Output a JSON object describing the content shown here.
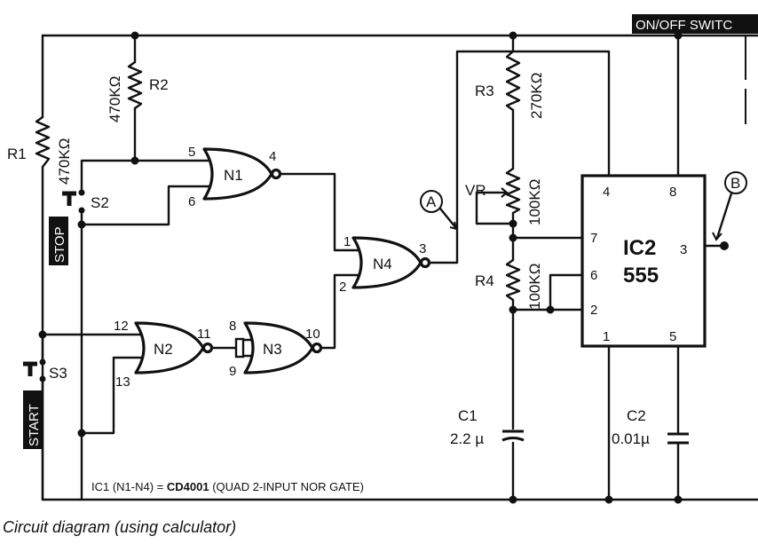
{
  "top_banner": "ON/OFF SWITC",
  "resistors": {
    "r1": {
      "name": "R1",
      "value": "470KΩ"
    },
    "r2": {
      "name": "R2",
      "value": "470KΩ"
    },
    "r3": {
      "name": "R3",
      "value": "270KΩ"
    },
    "vr": {
      "name": "VR",
      "value": "100KΩ"
    },
    "r4": {
      "name": "R4",
      "value": "100KΩ"
    }
  },
  "switches": {
    "s2": {
      "name": "S2",
      "tag": "STOP"
    },
    "s3": {
      "name": "S3",
      "tag": "START"
    }
  },
  "gates": {
    "n1": {
      "name": "N1",
      "in_a": "5",
      "in_b": "6",
      "out": "4"
    },
    "n2": {
      "name": "N2",
      "in_a": "12",
      "in_b": "13",
      "out": "11"
    },
    "n3": {
      "name": "N3",
      "in_a": "8",
      "in_b": "9",
      "out": "10"
    },
    "n4": {
      "name": "N4",
      "in_a": "1",
      "in_b": "2",
      "out": "3"
    }
  },
  "ic2": {
    "name": "IC2",
    "part": "555",
    "pins": {
      "p4": "4",
      "p8": "8",
      "p7": "7",
      "p3": "3",
      "p6": "6",
      "p2": "2",
      "p1": "1",
      "p5": "5"
    }
  },
  "capacitors": {
    "c1": {
      "name": "C1",
      "value": "2.2 µ"
    },
    "c2": {
      "name": "C2",
      "value": "0.01µ"
    }
  },
  "test_points": {
    "a": "A",
    "b": "B"
  },
  "ic1_note_prefix": "IC1 (N1-N4) = ",
  "ic1_note_part": "CD4001",
  "ic1_note_suffix": " (QUAD 2-INPUT NOR GATE)",
  "caption": "Circuit diagram (using calculator)"
}
